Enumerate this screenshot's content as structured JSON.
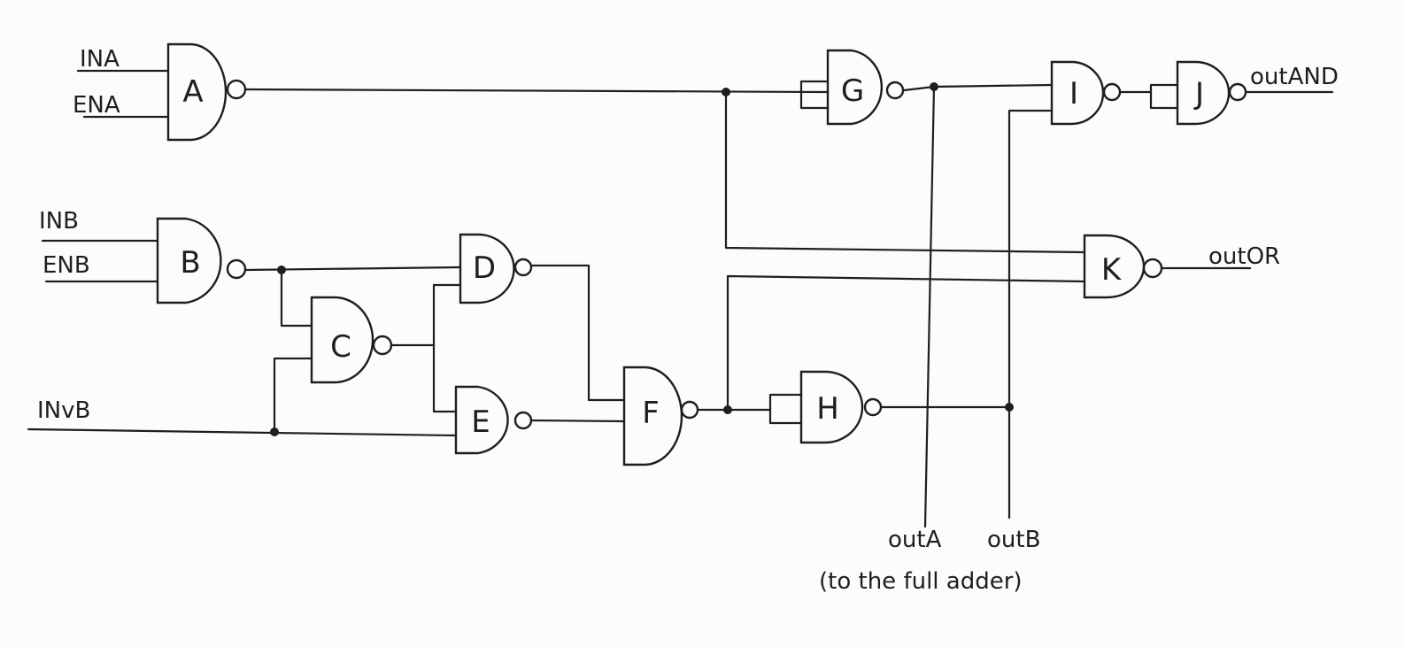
{
  "inputs": {
    "ina": "INA",
    "ena": "ENA",
    "inb": "INB",
    "enb": "ENB",
    "invb": "INvB"
  },
  "gates": {
    "a": "A",
    "b": "B",
    "c": "C",
    "d": "D",
    "e": "E",
    "f": "F",
    "g": "G",
    "h": "H",
    "i": "I",
    "j": "J",
    "k": "K"
  },
  "outputs": {
    "out_and": "outAND",
    "out_or": "outOR",
    "out_a": "outA",
    "out_b": "outB",
    "note": "(to the full adder)"
  },
  "colors": {
    "ink": "#1e1e1e",
    "paper": "#fcfcfb"
  }
}
